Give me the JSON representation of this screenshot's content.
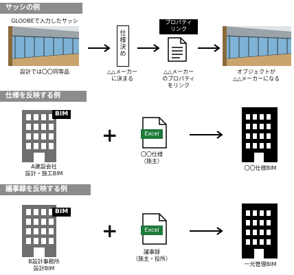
{
  "section1": {
    "header": "サッシの例",
    "caption_top": "GLOOBEで入力したサッシ",
    "caption_bottom": "設計では〇〇同等品",
    "spec_box": "仕様決め",
    "spec_caption": "△△メーカー\nに決まる",
    "property_box": "プロパティ\nリンク",
    "property_caption": "△△メーカー\nのプロパティ\nをリンク",
    "result_caption": "オブジェクトが\n△△メーカーになる"
  },
  "section2": {
    "header": "仕様を反映する例",
    "bim_tag": "BIM",
    "left_caption": "A建設会社\n設計・施工BIM",
    "excel_label": "Excel",
    "excel_caption": "〇〇仕様\n（施主）",
    "result_caption": "〇〇仕様BIM"
  },
  "section3": {
    "header": "議事録を反映する例",
    "bim_tag": "BIM",
    "left_caption": "B設計事務所\n設計BIM",
    "excel_label": "Excel",
    "excel_caption": "議事録\n（施主・役所）",
    "result_caption": "一元管理BIM"
  },
  "colors": {
    "header_bg": "#8c8c8c",
    "excel_green": "#1e7a3a",
    "building_gray": "#6f6f6f"
  }
}
